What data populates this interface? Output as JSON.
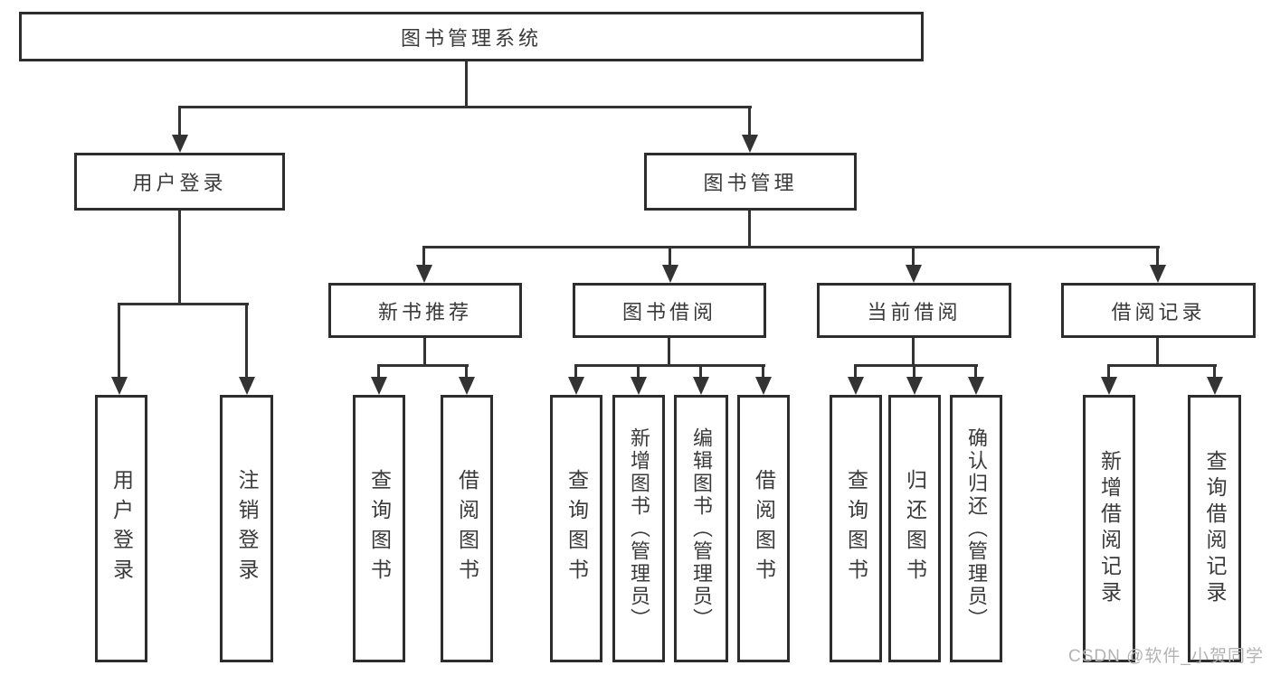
{
  "diagram": {
    "root": {
      "label": "图书管理系统"
    },
    "level2": {
      "user_login": {
        "label": "用户登录"
      },
      "book_management": {
        "label": "图书管理"
      }
    },
    "level3": {
      "new_books": {
        "label": "新书推荐"
      },
      "book_borrow": {
        "label": "图书借阅"
      },
      "current_borrow": {
        "label": "当前借阅"
      },
      "borrow_records": {
        "label": "借阅记录"
      }
    },
    "leaves": {
      "login_group": [
        "用户登录",
        "注销登录"
      ],
      "new_books_group": [
        "查询图书",
        "借阅图书"
      ],
      "book_borrow_group": [
        "查询图书",
        "新增图书（管理员）",
        "编辑图书（管理员）",
        "借阅图书"
      ],
      "current_borrow_group": [
        "查询图书",
        "归还图书",
        "确认归还（管理员）"
      ],
      "records_group": [
        "新增借阅记录",
        "查询借阅记录"
      ]
    }
  },
  "watermark": {
    "text": "CSDN @软件_小贺同学"
  },
  "colors": {
    "line": "#333333",
    "box_border": "#2d2d2d",
    "text": "#3a3a3a",
    "watermark": "#b3b3b3",
    "background": "#ffffff"
  }
}
